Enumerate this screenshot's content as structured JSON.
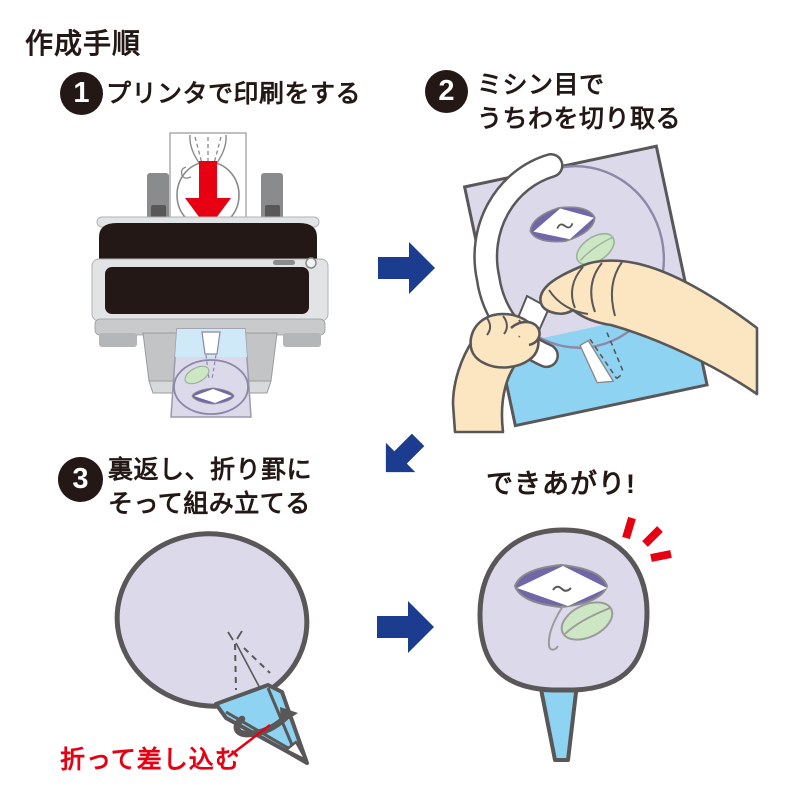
{
  "title": "作成手順",
  "steps": [
    {
      "number": "1",
      "lines": [
        "プリンタで印刷をする"
      ]
    },
    {
      "number": "2",
      "lines": [
        "ミシン目で",
        "うちわを切り取る"
      ]
    },
    {
      "number": "3",
      "lines": [
        "裏返し、折り罫に",
        "そって組み立てる"
      ]
    }
  ],
  "result_label": "できあがり!",
  "note_label": "折って差し込む",
  "icons": {
    "arrow_right": "solid-navy-right-arrow",
    "arrow_down_left": "solid-navy-down-left-arrow",
    "sparkle": "three-red-emphasis-dashes",
    "print_arrow": "red-down-arrow"
  },
  "colors": {
    "ink": "#231815",
    "red": "#e60012",
    "blue": "#1c3d8f",
    "lavender": "#dcdaea",
    "sky": "#8fd3f2",
    "pale_blue": "#cfe9f8",
    "purple": "#7066a8",
    "leaf": "#cde7c5",
    "leaf_stroke": "#9bb39a",
    "outline": "#595757",
    "print_stroke": "#8d87a8",
    "skin": "#fce6c2",
    "gray_light": "#e2e3e4",
    "gray_mid": "#b5b6b7",
    "gray_dark": "#8a8b8c"
  }
}
